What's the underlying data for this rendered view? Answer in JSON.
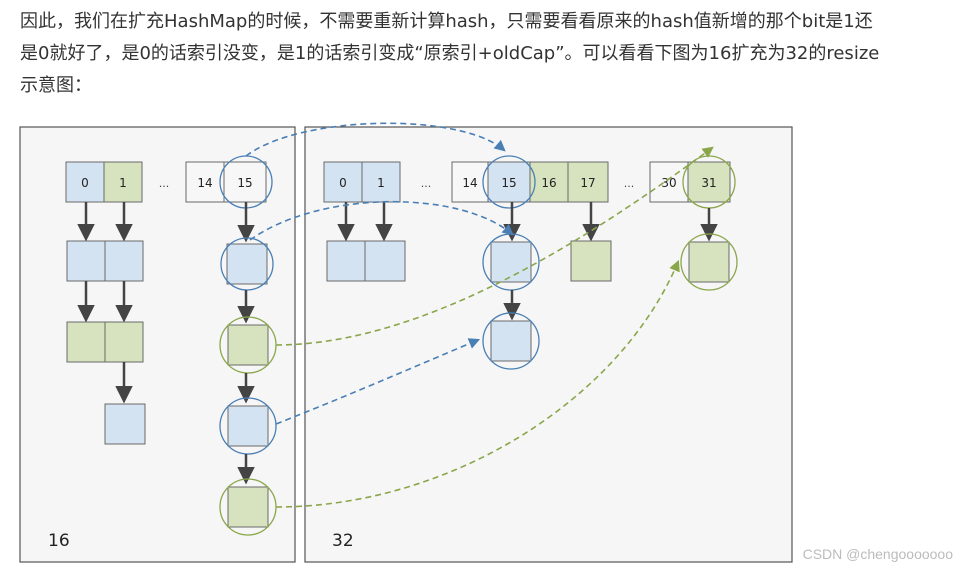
{
  "article": {
    "line1": "因此，我们在扩充HashMap的时候，不需要重新计算hash，只需要看看原来的hash值新增的那个bit是1还",
    "line2": "是0就好了，是0的话索引没变，是1的话索引变成“原索引+oldCap”。可以看看下图为16扩充为32的resize",
    "line3": "示意图："
  },
  "diagram": {
    "left_panel_label": "16",
    "right_panel_label": "32",
    "old_table": {
      "slots": [
        "0",
        "1",
        "14",
        "15"
      ],
      "ellipsis": "..."
    },
    "new_table": {
      "slots_a": [
        "0",
        "1"
      ],
      "ellipsis_a": "...",
      "slots_b": [
        "14",
        "15",
        "16",
        "17"
      ],
      "ellipsis_b": "...",
      "slots_c": [
        "30",
        "31"
      ]
    },
    "colors": {
      "blue_fill": "#d4e3f1",
      "green_fill": "#d7e3be",
      "white_fill": "#f7f7f7",
      "blue_stroke": "#4a7fb5",
      "green_stroke": "#8aa64a",
      "panel_border": "#555555",
      "arrow": "#444444"
    }
  },
  "watermark": "CSDN @chengooooooo"
}
